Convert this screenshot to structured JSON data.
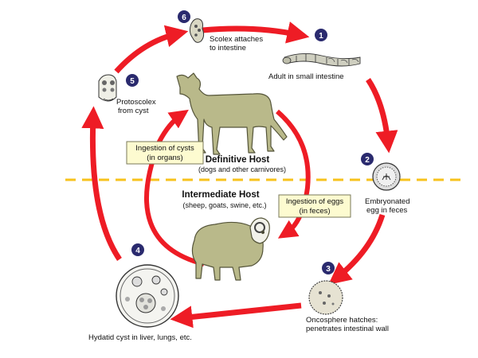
{
  "colors": {
    "arrow": "#ee1c25",
    "host_body": "#b9b98a",
    "host_outline": "#55553a",
    "badge": "#2a2a6e",
    "box_fill": "#fdfbd0",
    "box_stroke": "#7a7a5a",
    "divider": "#f7c21c"
  },
  "steps": [
    {
      "number": "1",
      "line1": "Adult in small intestine",
      "line2": ""
    },
    {
      "number": "2",
      "line1": "Embryonated",
      "line2": "egg in feces"
    },
    {
      "number": "3",
      "line1": "Oncosphere hatches:",
      "line2": "penetrates intestinal wall"
    },
    {
      "number": "4",
      "line1": "Hydatid cyst in liver, lungs, etc.",
      "line2": ""
    },
    {
      "number": "5",
      "line1": "Protoscolex",
      "line2": "from cyst"
    },
    {
      "number": "6",
      "line1": "Scolex attaches",
      "line2": "to intestine"
    }
  ],
  "definitive_host": {
    "title": "Definitive Host",
    "subtitle": "(dogs and other carnivores)"
  },
  "intermediate_host": {
    "title": "Intermediate Host",
    "subtitle": "(sheep, goats, swine, etc.)"
  },
  "boxes": {
    "cysts": {
      "line1": "Ingestion of cysts",
      "line2": "(in organs)"
    },
    "eggs": {
      "line1": "Ingestion of eggs",
      "line2": "(in feces)"
    }
  }
}
